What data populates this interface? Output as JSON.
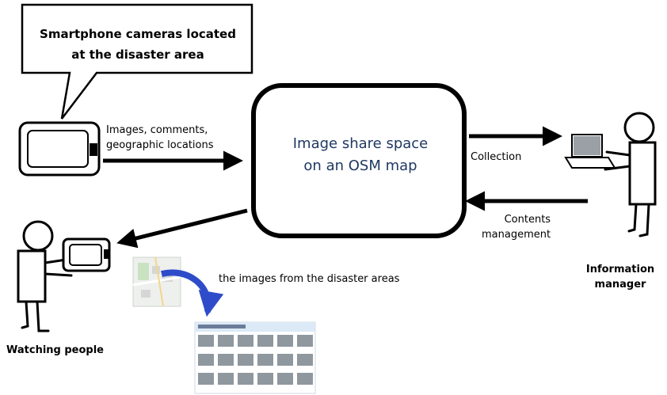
{
  "callout": {
    "text_line1": "Smartphone cameras located",
    "text_line2": "at the disaster area"
  },
  "center_box": {
    "line1": "Image share space",
    "line2": "on an OSM map"
  },
  "arrows": {
    "upload_line1": "Images, comments,",
    "upload_line2": "geographic locations",
    "collection": "Collection",
    "contents_line1": "Contents",
    "contents_line2": "management"
  },
  "people": {
    "manager_line1": "Information",
    "manager_line2": "manager",
    "watchers": "Watching people"
  },
  "note": {
    "images_caption": "the images from the disaster areas"
  },
  "colors": {
    "stroke": "#000000",
    "center_text": "#1f3864",
    "curved_arrow": "#2e4cc9",
    "screenshot_header": "#dce9f6"
  },
  "icons": [
    "smartphone-icon",
    "laptop-icon",
    "map-thumbnail-icon",
    "image-grid-screenshot-icon",
    "stick-figure-icon"
  ]
}
